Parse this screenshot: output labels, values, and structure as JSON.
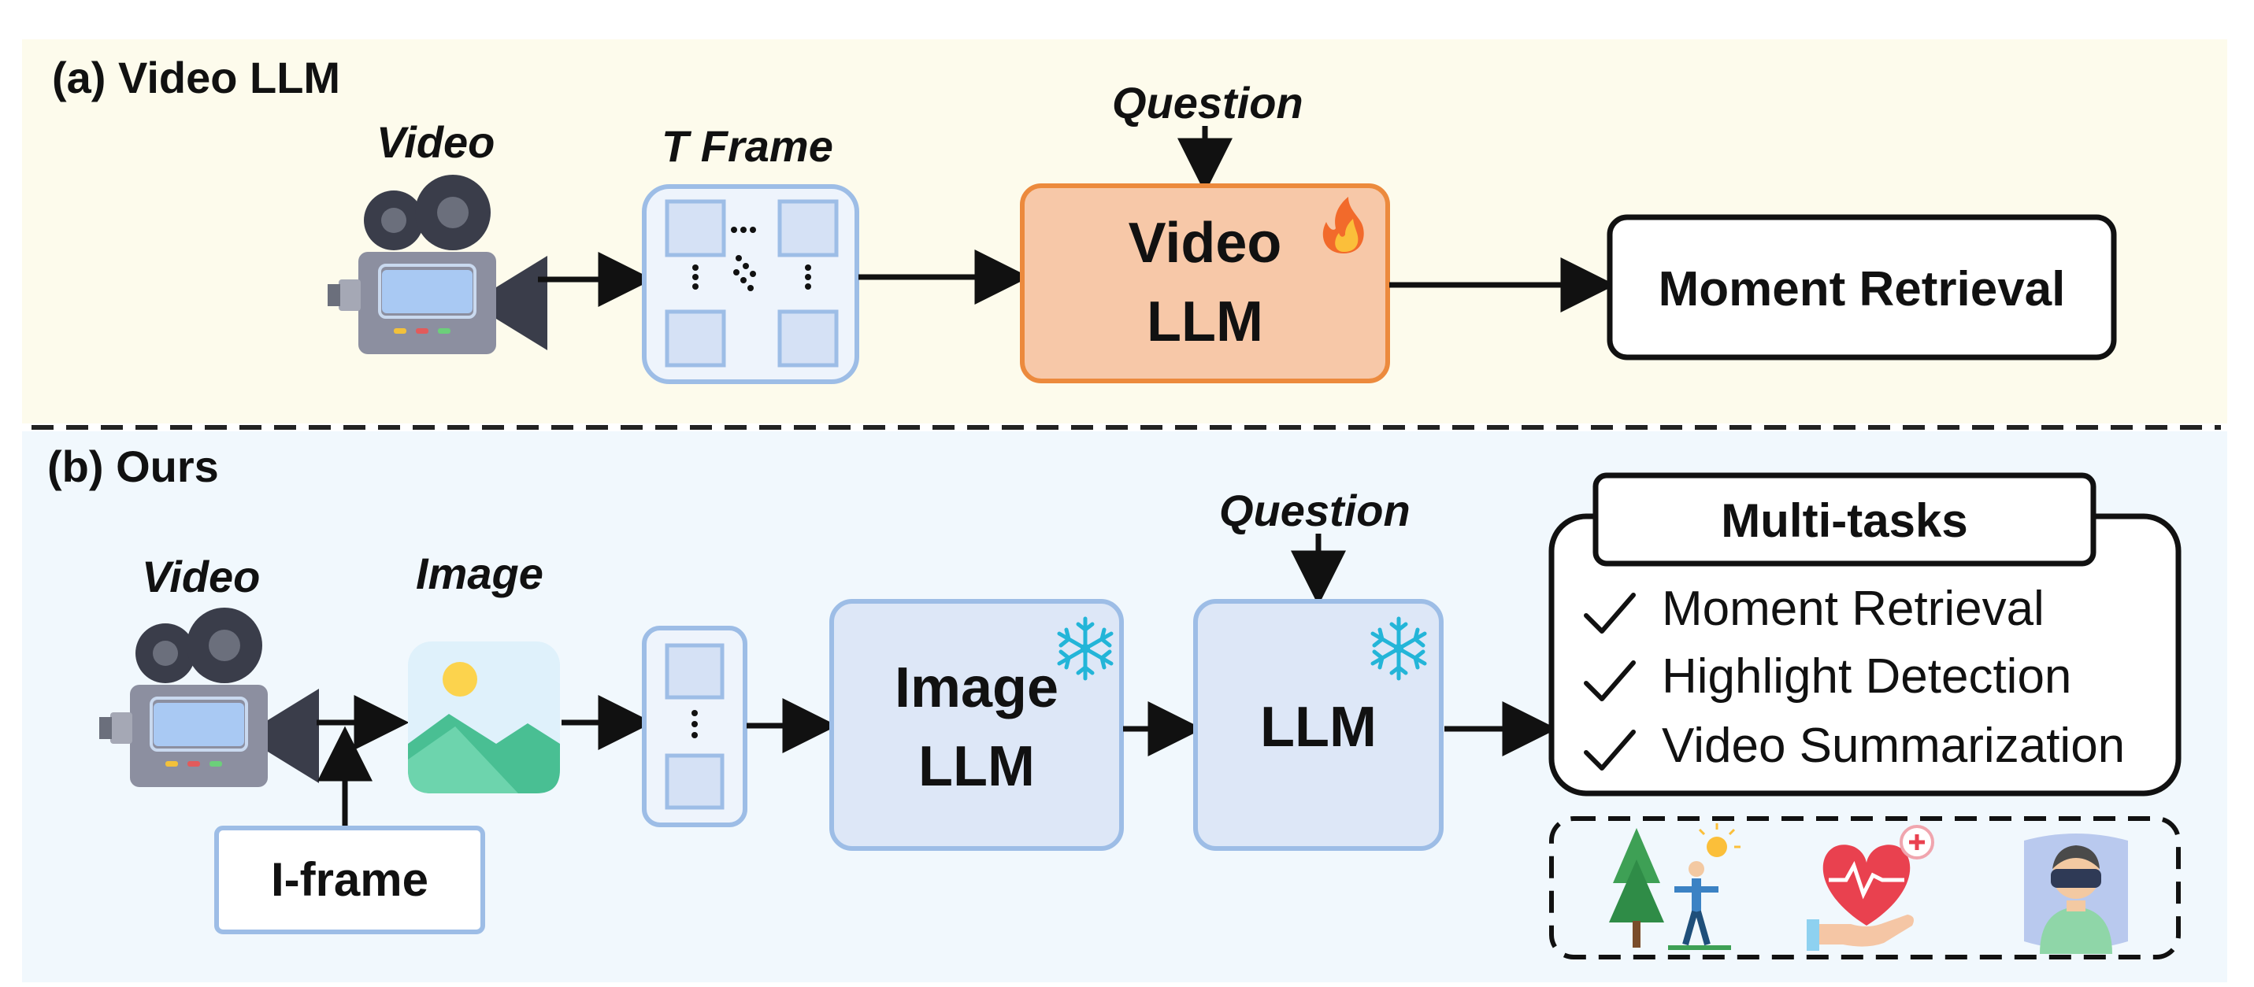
{
  "panel_a": {
    "title": "(a) Video LLM",
    "video_label": "Video",
    "frames_label": "T Frame",
    "question_label": "Question",
    "model_line1": "Video",
    "model_line2": "LLM",
    "output_label": "Moment Retrieval"
  },
  "panel_b": {
    "title": "(b) Ours",
    "video_label": "Video",
    "image_label": "Image",
    "iframe_label": "I-frame",
    "image_llm_line1": "Image",
    "image_llm_line2": "LLM",
    "question_label": "Question",
    "llm_label": "LLM",
    "tasks_title": "Multi-tasks",
    "tasks": [
      "Moment Retrieval",
      "Highlight Detection",
      "Video Summarization"
    ]
  },
  "colors": {
    "panel_a_bg": "#fdfbec",
    "panel_b_bg": "#f1f8fd",
    "frozen_box_fill": "#dde7f7",
    "frozen_box_stroke": "#9dbde6",
    "video_llm_fill": "#f7c8a8",
    "video_llm_stroke": "#ec8a3d"
  },
  "icons": [
    "video-camera-icon",
    "fire-icon",
    "snowflake-icon",
    "landscape-image-icon",
    "tree-sun-person-icon",
    "heart-health-icon",
    "vr-headset-person-icon"
  ]
}
